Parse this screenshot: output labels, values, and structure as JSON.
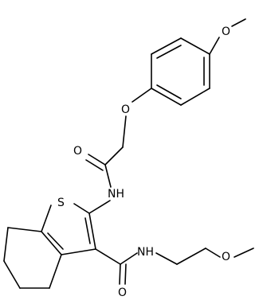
{
  "molecule": {
    "atoms": {
      "o_methoxy_top": "O",
      "o_ether": "O",
      "o_amide_left": "O",
      "n_amide_left": "NH",
      "s_ring": "S",
      "n_amide_right": "NH",
      "o_methoxy_right": "O",
      "o_amide_bottom": "O"
    }
  }
}
